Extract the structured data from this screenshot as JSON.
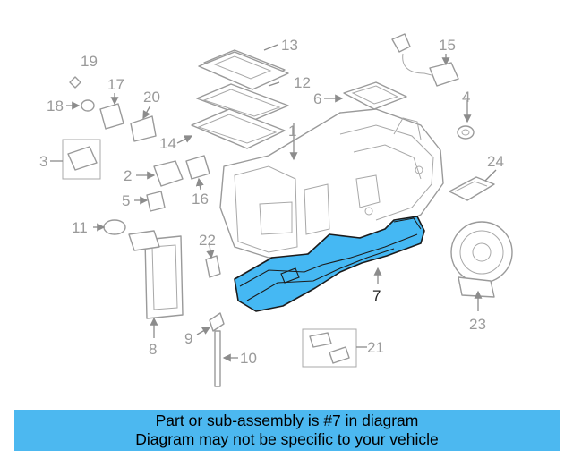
{
  "callouts": {
    "c1": "1",
    "c2": "2",
    "c3": "3",
    "c4": "4",
    "c5": "5",
    "c6": "6",
    "c7": "7",
    "c8": "8",
    "c9": "9",
    "c10": "10",
    "c11": "11",
    "c12": "12",
    "c13": "13",
    "c14": "14",
    "c15": "15",
    "c16": "16",
    "c17": "17",
    "c18": "18",
    "c19": "19",
    "c20": "20",
    "c21": "21",
    "c22": "22",
    "c23": "23",
    "c24": "24"
  },
  "highlighted_part": "7",
  "colors": {
    "highlight": "#45b8f3",
    "banner": "#4cb8f0",
    "line_art": "#9a9a9a"
  },
  "banner": {
    "line1": "Part or sub-assembly is #7 in diagram",
    "line2": "Diagram may not be specific to your vehicle"
  }
}
